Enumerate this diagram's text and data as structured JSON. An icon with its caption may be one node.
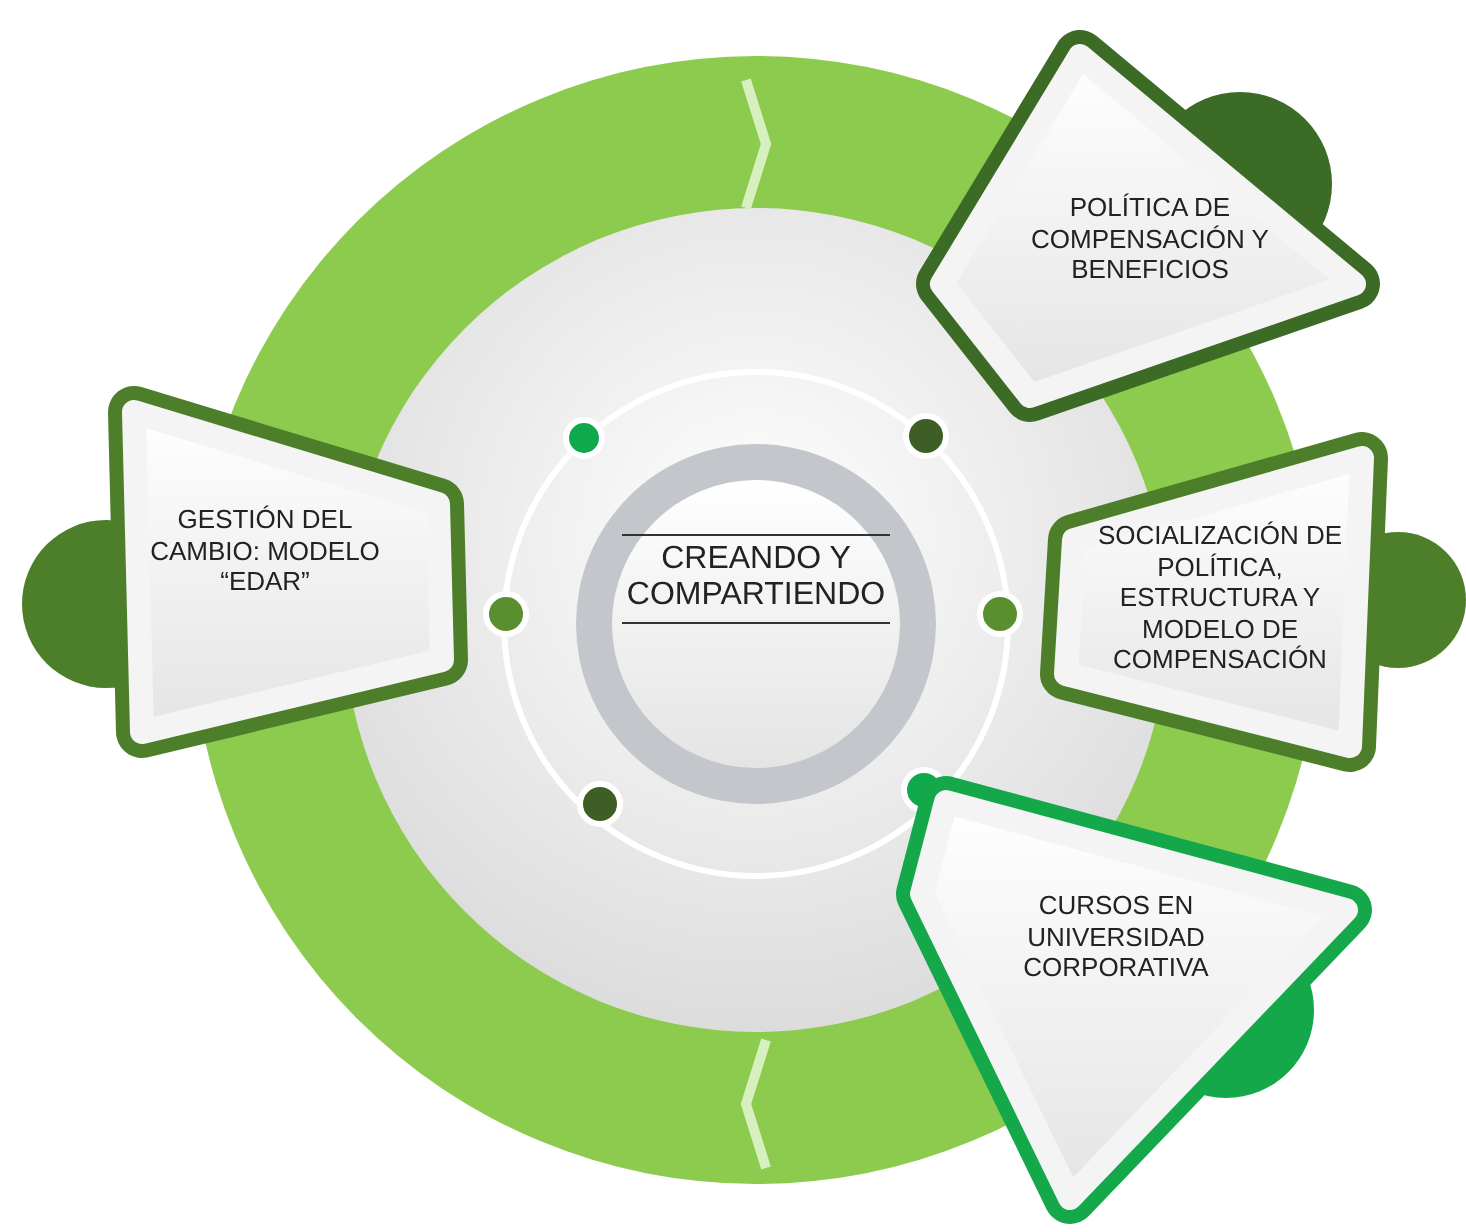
{
  "diagram": {
    "nodes": [
      {
        "text": [
          "POLÍTICA DE COMPENSACIÓN Y BENEFICIOS"
        ]
      },
      {
        "text": [
          "GESTIÓN DEL CAMBIO: MODELO “EDAR”"
        ]
      },
      {
        "text": [
          "CREANDO Y COMPARTIENDO"
        ]
      },
      {
        "text": [
          "SOCIALIZACIÓN DE POLÍTICA, ESTRUCTURA Y MODELO DE COMPENSACIÓN"
        ]
      },
      {
        "text": [
          "CURSOS EN UNIVERSIDAD CORPORATIVA"
        ]
      }
    ]
  }
}
